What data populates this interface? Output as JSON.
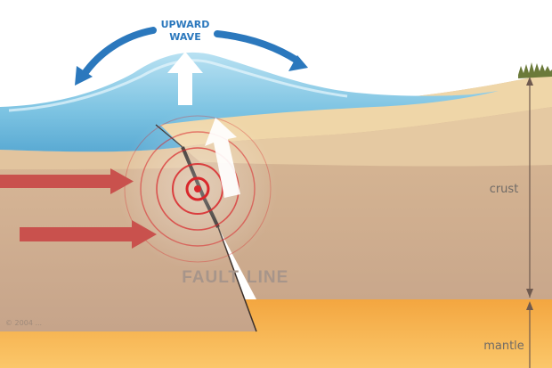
{
  "labels": {
    "wave_line1": "UPWARD",
    "wave_line2": "WAVE",
    "fault_left": "FAULT",
    "fault_right": "LINE",
    "crust": "crust",
    "mantle": "mantle",
    "copyright": "© 2004 ..."
  },
  "colors": {
    "sky": "#ffffff",
    "ocean": "#7cc3e2",
    "ocean_dark": "#5aaad3",
    "sediment": "#ebcf9f",
    "crust_upper": "#e0c09a",
    "crust": "#cfae90",
    "mantle": "#f6b651",
    "push_arrow": "#c9514d",
    "wave_arrow": "#2b78bd",
    "uplift_arrow": "#ffffff",
    "focus": "#d9272b",
    "fault": "#2b2420",
    "label_gray": "#6f6a66",
    "fault_label": "#a7958a"
  }
}
